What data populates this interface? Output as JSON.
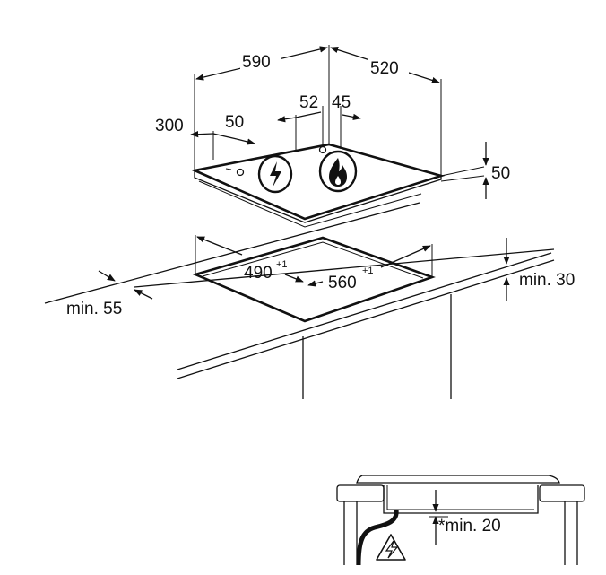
{
  "dimensions": {
    "width": "590",
    "depth": "520",
    "knob_offset_left": "300",
    "knob_offset_small": "50",
    "knob_gap_left": "52",
    "knob_gap_right": "45",
    "height": "50",
    "cutout_depth": "490",
    "cutout_depth_tol": "+1",
    "cutout_width": "560",
    "cutout_width_tol": "+1",
    "min_front": "min. 55",
    "min_below": "min. 30",
    "min_clearance": "*min. 20"
  },
  "icons": [
    "electric-hob-icon",
    "gas-flame-icon",
    "electric-warning-icon"
  ]
}
